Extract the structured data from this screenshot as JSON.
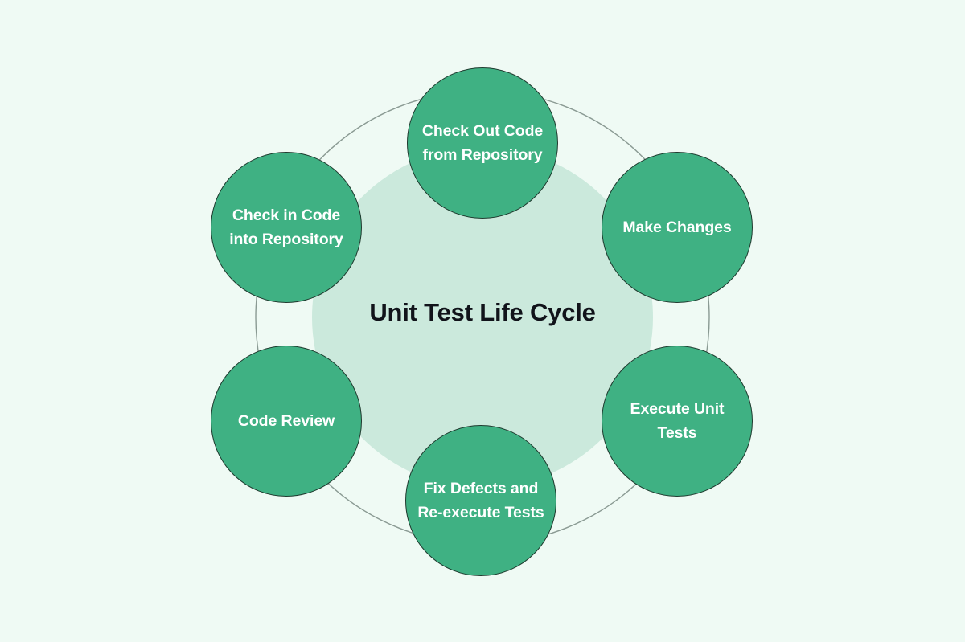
{
  "diagram": {
    "title": "Unit Test Life Cycle",
    "type": "cycle-diagram",
    "background_color": "#effaf4",
    "center_disc_color": "#cbe9dc",
    "node_fill_color": "#3fb183",
    "node_stroke_color": "#1e3a2e",
    "node_text_color": "#ffffff",
    "title_color": "#11131a",
    "ring_color": "#8a9a93",
    "nodes": [
      {
        "label": "Check Out Code from Repository",
        "position": "top"
      },
      {
        "label": "Make Changes",
        "position": "top-right"
      },
      {
        "label": "Execute Unit Tests",
        "position": "bottom-right"
      },
      {
        "label": "Fix Defects and Re-execute Tests",
        "position": "bottom"
      },
      {
        "label": "Code Review",
        "position": "bottom-left"
      },
      {
        "label": "Check in Code into Repository",
        "position": "top-left"
      }
    ]
  }
}
